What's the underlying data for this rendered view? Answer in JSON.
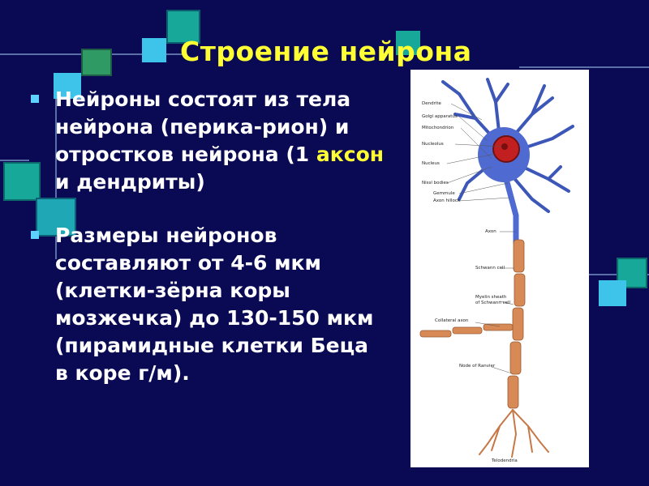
{
  "title": "Строение нейрона",
  "bullets": [
    {
      "parts": [
        "Нейроны состоят из тела нейрона (перика-рион)  и отростков нейрона (1 ",
        "аксон",
        " и дендриты)"
      ]
    },
    {
      "text": "Размеры нейронов составляют от 4-6 мкм (клетки-зёрна коры мозжечка) до 130-150 мкм (пирамидные клетки Беца в коре г/м)."
    }
  ],
  "diagram_labels": {
    "dendrite": "Dendrite",
    "golgi": "Golgi apparatus",
    "mitochondrion": "Mitochondrion",
    "nucleolus": "Nucleolus",
    "nucleus": "Nucleus",
    "nissl": "Nissl bodies",
    "gemmule": "Gemmule",
    "axon_hillock": "Axon hillock",
    "axon": "Axon",
    "schwann": "Schwann cell",
    "myelin1": "Myelin sheath",
    "myelin2": "of Schwann cell",
    "collateral": "Collateral axon",
    "ranvier": "Node of Ranvier",
    "telodendria": "Telodendria"
  },
  "colors": {
    "background": "#0a0a54",
    "title": "#ffff33",
    "text": "#ffffff",
    "highlight": "#ffff33",
    "bullet_marker": "#5fd1ff",
    "square_teal": "#17a89a",
    "square_cyan": "#3ec3ea",
    "square_green": "#2f9a63",
    "axon_fill": "#d78a56",
    "cell_body": "#4f6ad0",
    "nucleus": "#c22020"
  }
}
